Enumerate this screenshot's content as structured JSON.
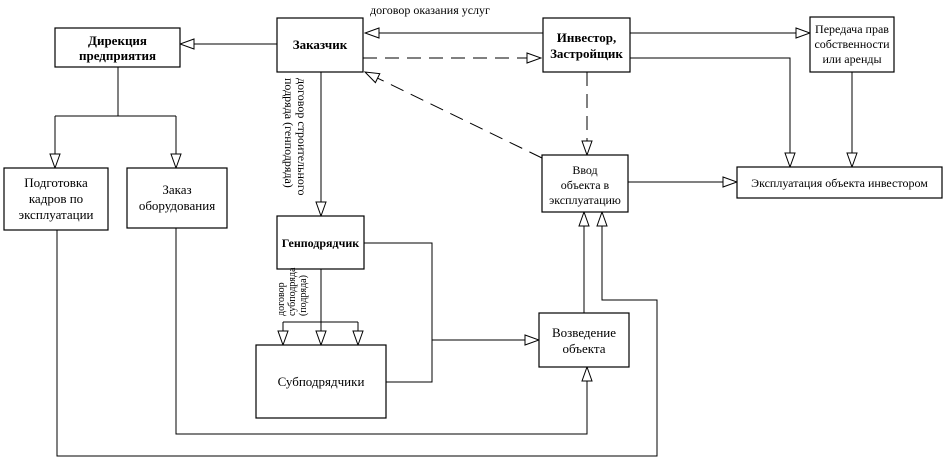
{
  "nodes": {
    "direktsiya": [
      "Дирекция",
      "предприятия"
    ],
    "zakazchik": "Заказчик",
    "investor": [
      "Инвестор,",
      "Застройщик"
    ],
    "peredacha": [
      "Передача прав",
      "собственности",
      "или аренды"
    ],
    "podgotovka": [
      "Подготовка",
      "кадров по",
      "эксплуатации"
    ],
    "zakaz": [
      "Заказ",
      "оборудования"
    ],
    "vvod": [
      "Ввод",
      "объекта в",
      "эксплуатацию"
    ],
    "ekspluatatsiya": "Эксплуатация объекта инвестором",
    "genpodryadchik": "Генподрядчик",
    "subpodryadchiki": "Субподрядчики",
    "vozvedenie": [
      "Возведение",
      "объекта"
    ]
  },
  "labels": {
    "dogovor_uslug": "договор оказания услуг",
    "dogovor_genpodryada": [
      "договор  строительного",
      "подряда (генподряда)"
    ],
    "dogovor_subpodryada": [
      "договор",
      "субподряда",
      "(подряда)"
    ]
  }
}
